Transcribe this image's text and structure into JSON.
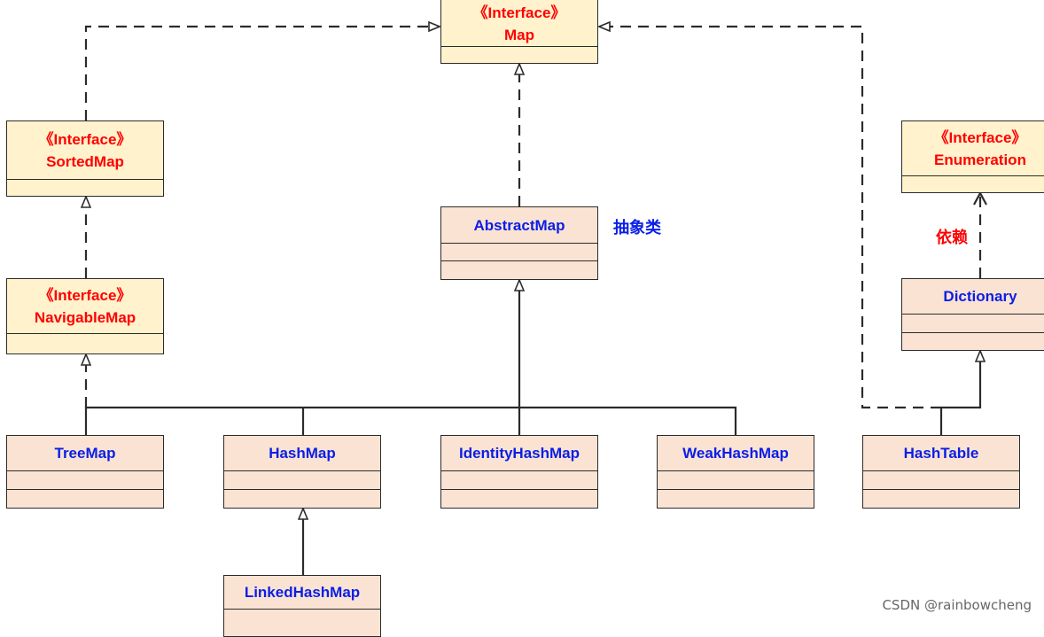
{
  "nodes": {
    "map": {
      "stereotype": "《Interface》",
      "name": "Map"
    },
    "sortedmap": {
      "stereotype": "《Interface》",
      "name": "SortedMap"
    },
    "navigablemap": {
      "stereotype": "《Interface》",
      "name": "NavigableMap"
    },
    "enumeration": {
      "stereotype": "《Interface》",
      "name": "Enumeration"
    },
    "abstractmap": {
      "name": "AbstractMap"
    },
    "dictionary": {
      "name": "Dictionary"
    },
    "treemap": {
      "name": "TreeMap"
    },
    "hashmap": {
      "name": "HashMap"
    },
    "identityhashmap": {
      "name": "IdentityHashMap"
    },
    "weakhashmap": {
      "name": "WeakHashMap"
    },
    "hashtable": {
      "name": "HashTable"
    },
    "linkedhashmap": {
      "name": "LinkedHashMap"
    }
  },
  "annotations": {
    "abstract_class": "抽象类",
    "dependency": "依赖"
  },
  "watermark": "CSDN @rainbowcheng",
  "colors": {
    "interface_fill": "#fff2cc",
    "class_fill": "#fbe3d3",
    "stereotype_text": "#ff0000",
    "class_text": "#0a1ee6",
    "line": "#2b2b2b"
  }
}
